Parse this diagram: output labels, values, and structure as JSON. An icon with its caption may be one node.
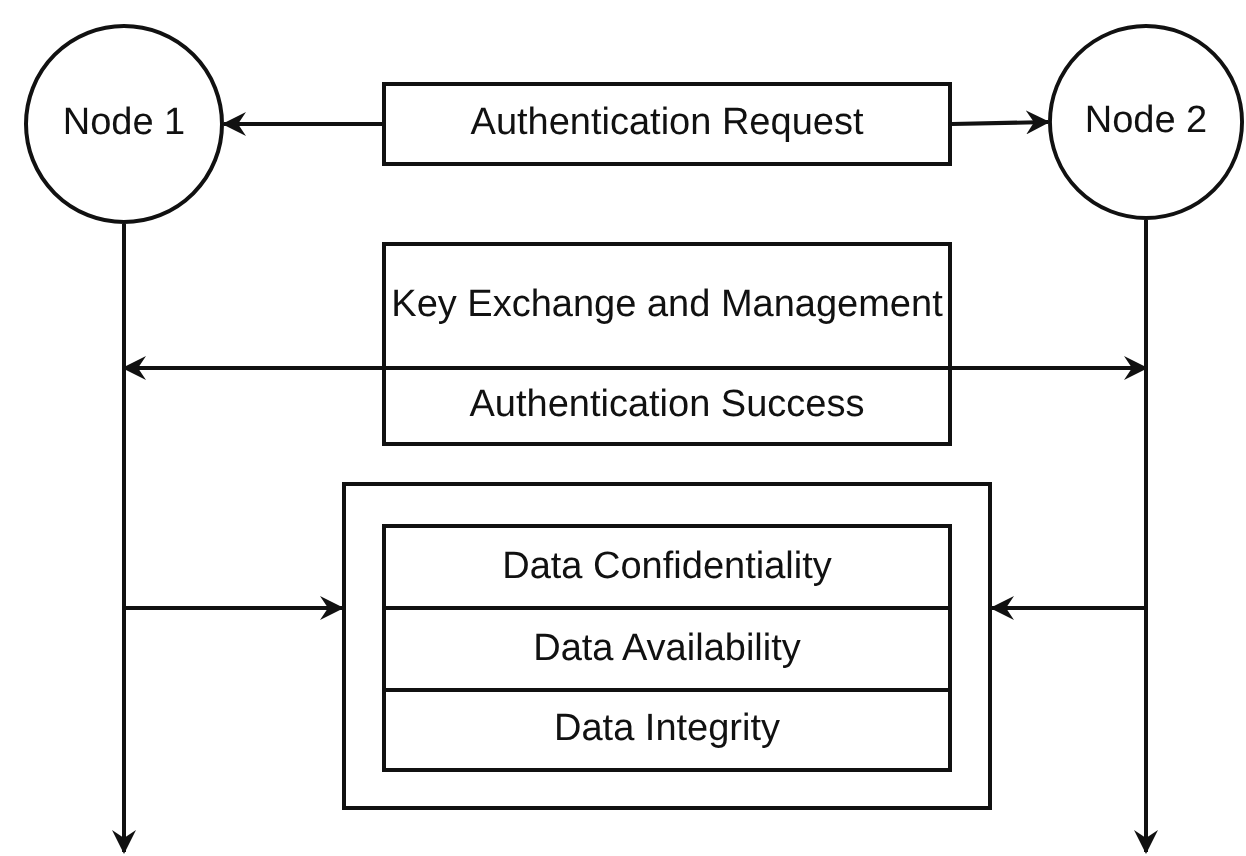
{
  "diagram": {
    "nodes": [
      {
        "text": [
          "Node 1"
        ]
      },
      {
        "text": [
          "Authentication Request"
        ]
      },
      {
        "text": [
          "Node 2"
        ]
      },
      {
        "text": [
          "Key Exchange and Management"
        ]
      },
      {
        "text": [
          "Authentication Success"
        ]
      },
      {
        "text": [],
        "shape": "box"
      },
      {
        "text": [
          "Data Confidentiality"
        ],
        "in": 5
      },
      {
        "text": [
          "Data Availability"
        ],
        "in": 5
      },
      {
        "text": [
          "Data Integrity"
        ],
        "in": 5
      }
    ],
    "edges": [
      {
        "from": 1,
        "to": 0,
        "arrow": "to"
      },
      {
        "from": 1,
        "to": 2,
        "arrow": "to"
      },
      {
        "from": 0,
        "to": 2,
        "arrow": "both"
      },
      {
        "from": null,
        "to": 5,
        "arrow": "to"
      },
      {
        "from": null,
        "to": 5,
        "arrow": "to"
      },
      {
        "from": 0,
        "to": null,
        "arrow": "to"
      },
      {
        "from": 2,
        "to": null,
        "arrow": "to"
      }
    ]
  }
}
